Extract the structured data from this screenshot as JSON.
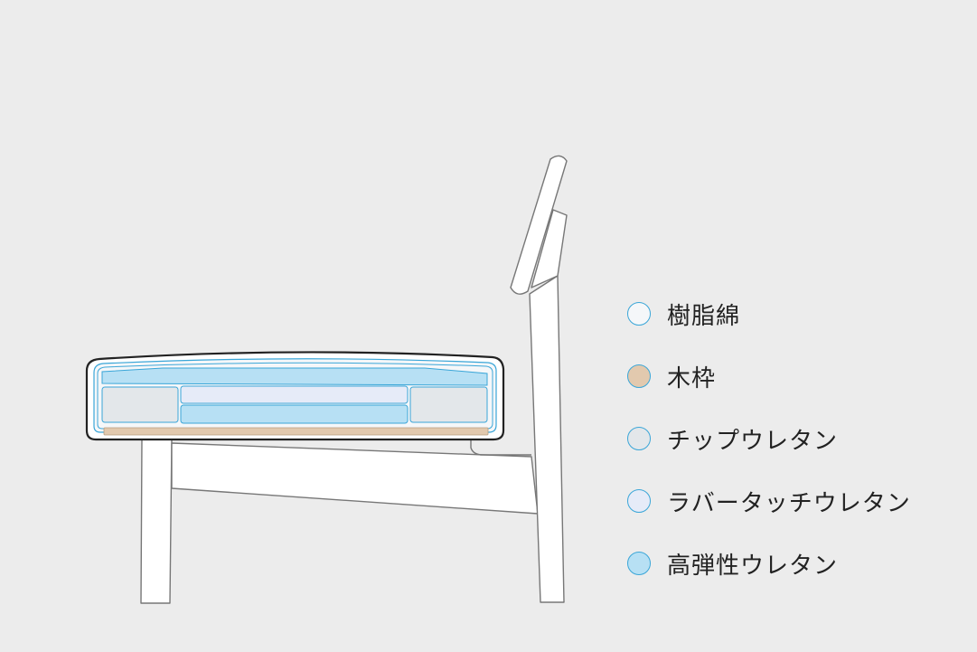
{
  "legend": [
    {
      "label": "樹脂綿",
      "color": "#f5f7f9"
    },
    {
      "label": "木枠",
      "color": "#e2c9ae"
    },
    {
      "label": "チップウレタン",
      "color": "#e3e7ea"
    },
    {
      "label": "ラバータッチウレタン",
      "color": "#e6ebf8"
    },
    {
      "label": "高弾性ウレタン",
      "color": "#b7e0f4"
    }
  ]
}
